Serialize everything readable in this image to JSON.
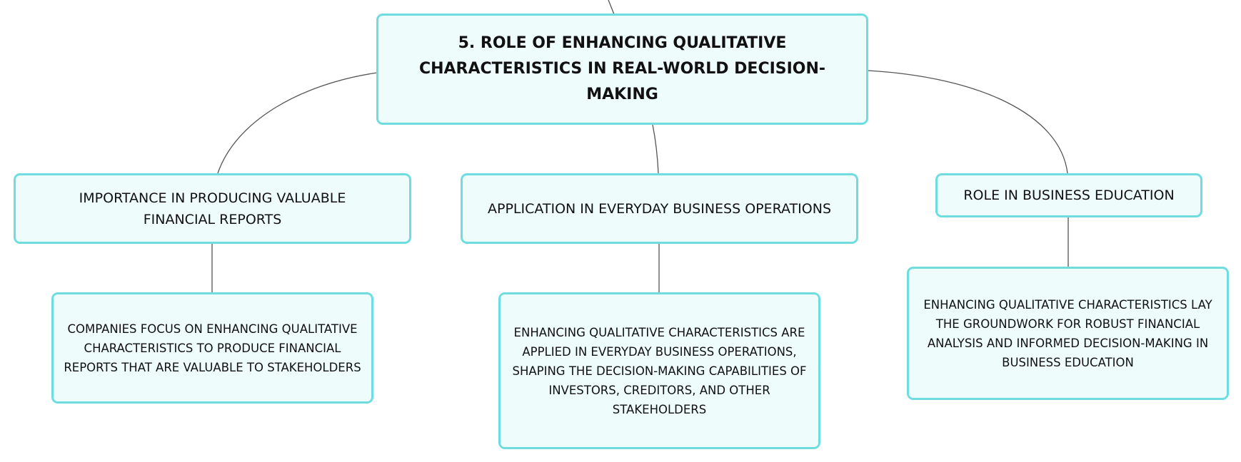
{
  "diagram": {
    "root": {
      "title": "5. ROLE OF ENHANCING QUALITATIVE CHARACTERISTICS IN REAL-WORLD DECISION-MAKING"
    },
    "branches": [
      {
        "label": "IMPORTANCE IN PRODUCING VALUABLE FINANCIAL REPORTS",
        "detail": "COMPANIES FOCUS ON ENHANCING QUALITATIVE CHARACTERISTICS TO PRODUCE FINANCIAL REPORTS THAT ARE VALUABLE TO STAKEHOLDERS"
      },
      {
        "label": "APPLICATION IN EVERYDAY BUSINESS OPERATIONS",
        "detail": "ENHANCING QUALITATIVE CHARACTERISTICS ARE APPLIED IN EVERYDAY BUSINESS OPERATIONS, SHAPING THE DECISION-MAKING CAPABILITIES OF INVESTORS, CREDITORS, AND OTHER STAKEHOLDERS"
      },
      {
        "label": "ROLE IN BUSINESS EDUCATION",
        "detail": "ENHANCING QUALITATIVE CHARACTERISTICS LAY THE GROUNDWORK FOR ROBUST FINANCIAL ANALYSIS AND INFORMED DECISION-MAKING IN BUSINESS EDUCATION"
      }
    ],
    "colors": {
      "node_fill": "#effcfc",
      "node_border": "#6fdcdf",
      "connector": "#555555"
    }
  }
}
